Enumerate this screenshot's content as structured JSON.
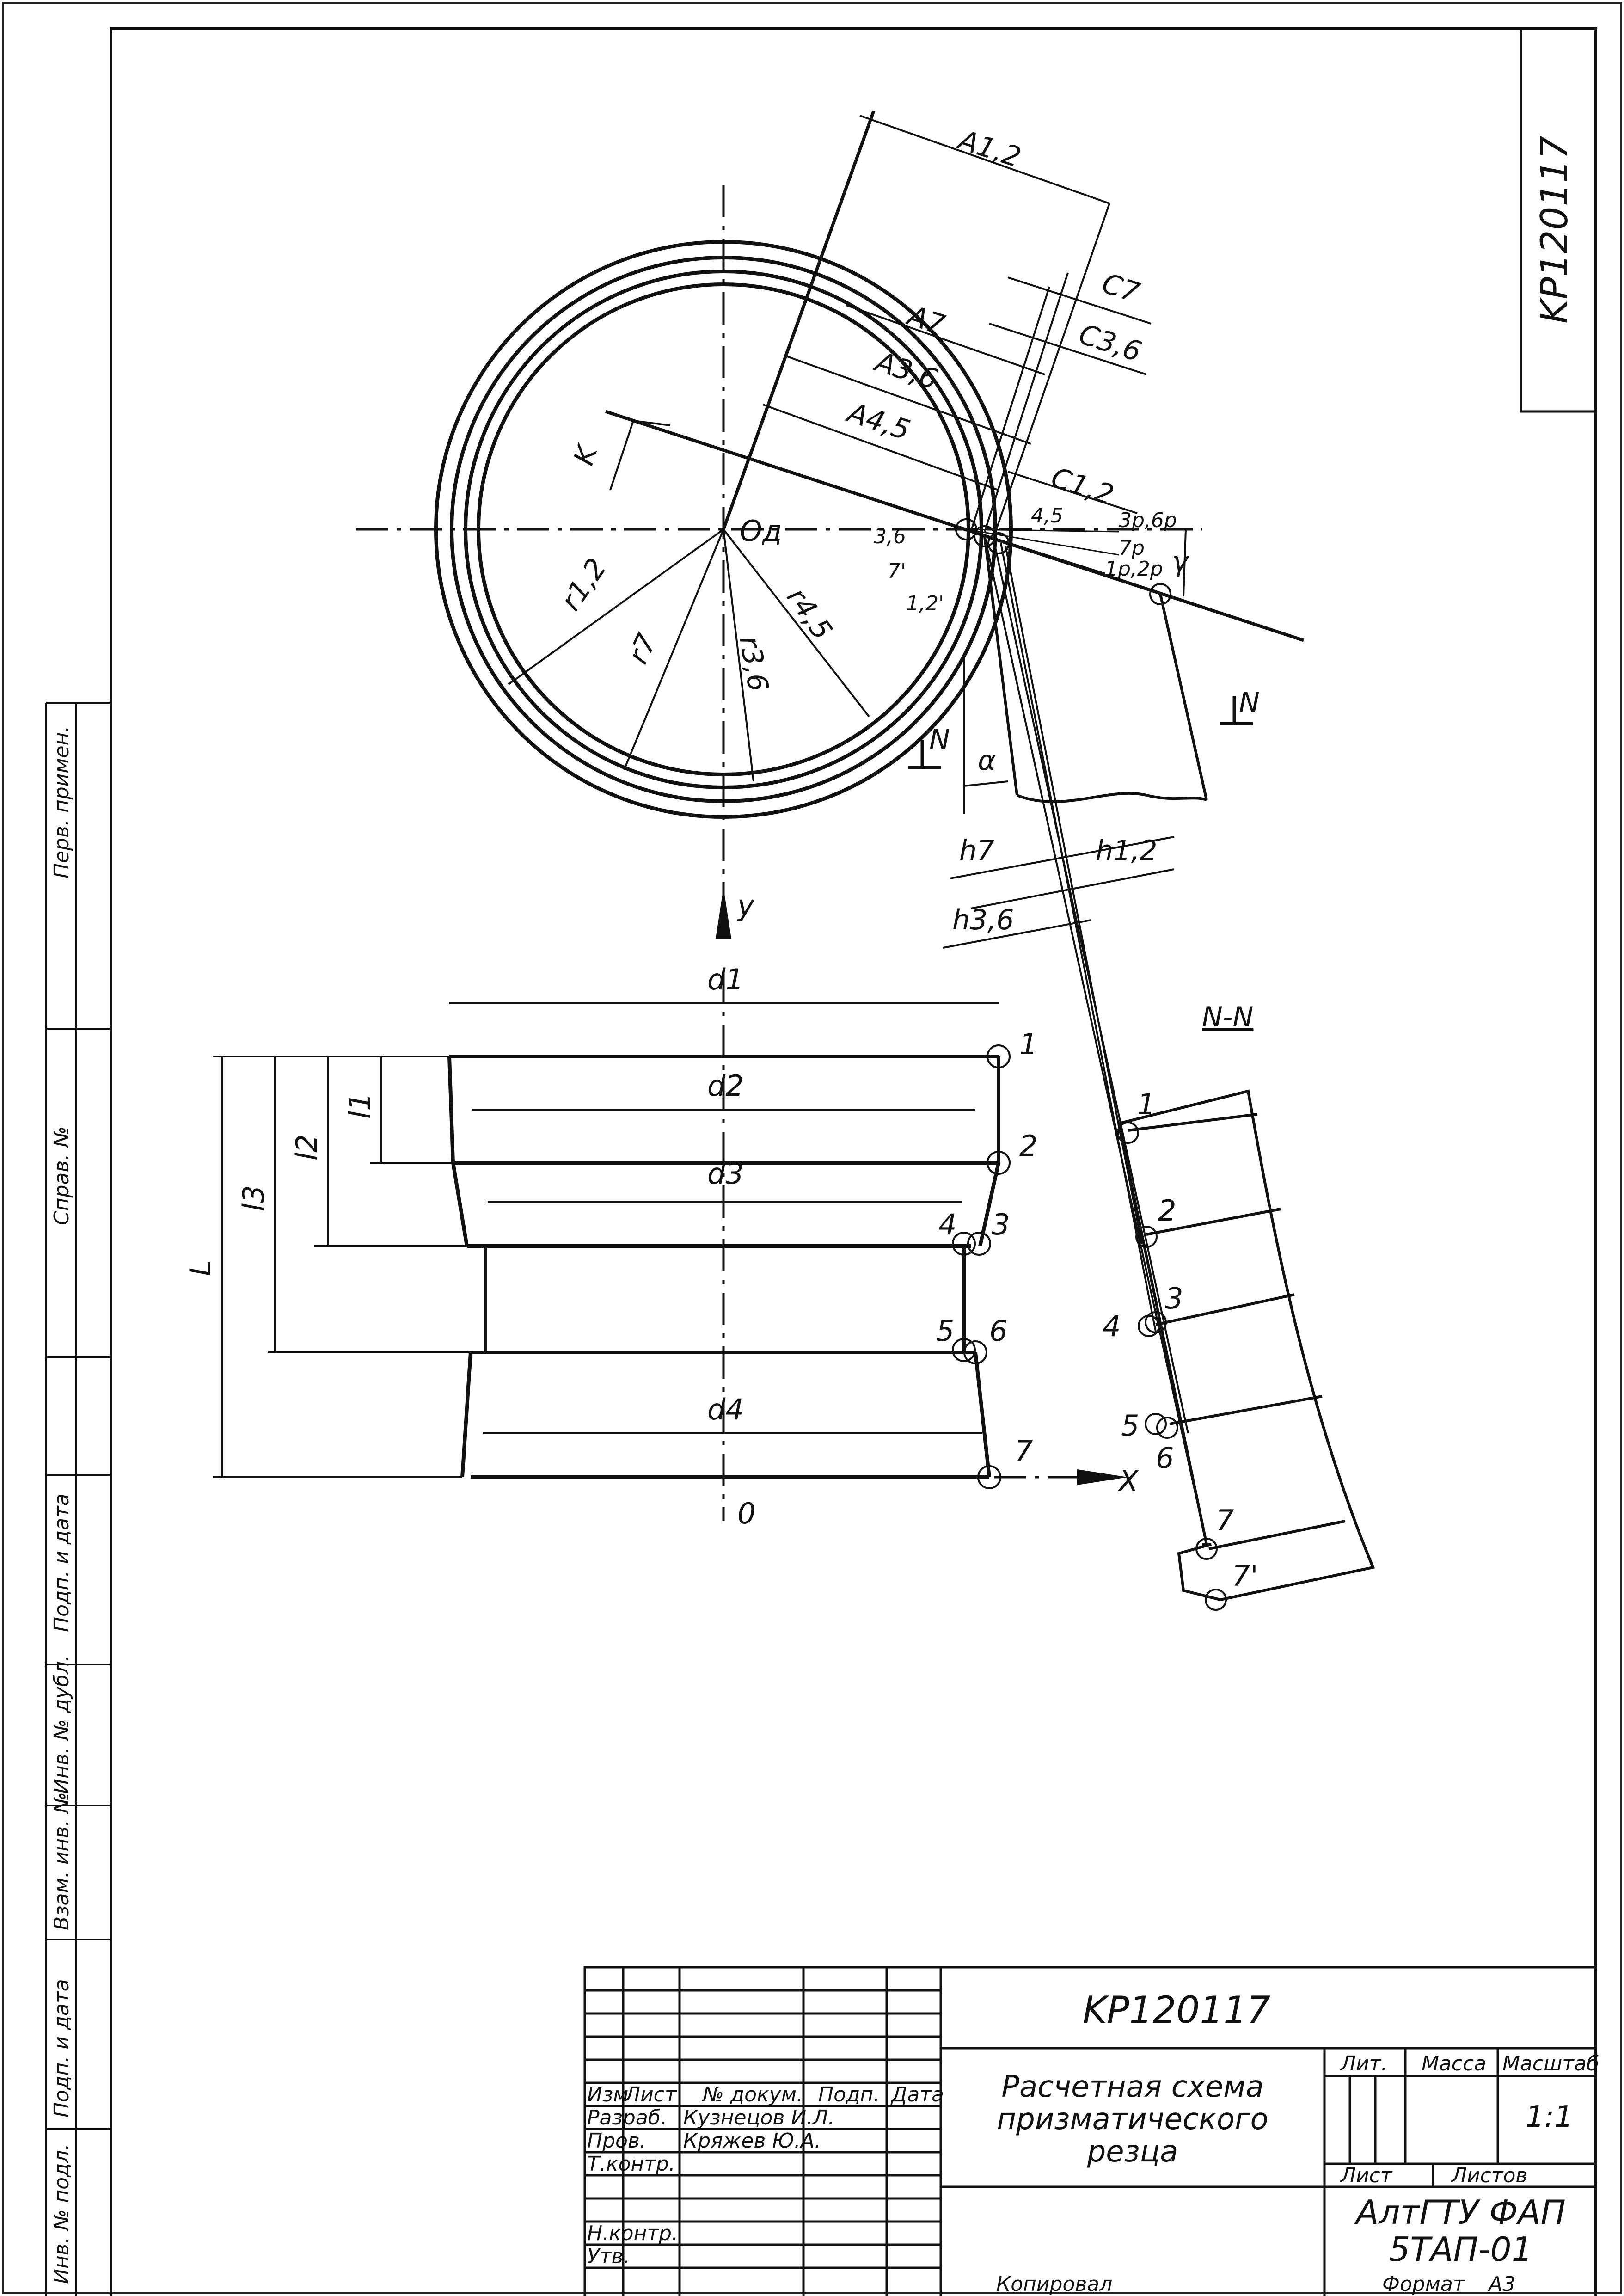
{
  "drawing": {
    "code": "KP120117",
    "axis": {
      "y": "y",
      "x": "X",
      "origin": "0",
      "center": "Oд"
    },
    "section_label": "N-N",
    "section_marker": "N",
    "alpha": "α",
    "gamma": "γ",
    "radial_dims": {
      "K": "K",
      "A12": "A1,2",
      "A7": "A7",
      "A36": "A3,6",
      "A45": "A4,5",
      "C7": "C7",
      "C36": "C3,6",
      "C12": "C1,2",
      "r12": "r1,2",
      "r7": "r7",
      "r36": "r3,6",
      "r45": "r4,5",
      "h7": "h7",
      "h12": "h1,2",
      "h36": "h3,6"
    },
    "center_point_labels": {
      "p36": "3,6",
      "p7": "7'",
      "p12": "1,2'",
      "p45": "4,5",
      "p3a6p": "3p,6p",
      "p7p": "7p",
      "p12p": "1p,2p"
    },
    "part_dims": {
      "d1": "d1",
      "d2": "d2",
      "d3": "d3",
      "d4": "d4",
      "l1": "l1",
      "l2": "l2",
      "l3": "l3",
      "L": "L"
    },
    "part_points": [
      "1",
      "2",
      "3",
      "4",
      "5",
      "6",
      "7"
    ],
    "section_points": [
      "1",
      "2",
      "3",
      "4",
      "5",
      "6",
      "7",
      "7'"
    ]
  },
  "side_stamp": [
    "Перв. примен.",
    "Справ. №",
    "Подп. и дата",
    "Инв. № дубл.",
    "Взам. инв. №",
    "Подп. и дата",
    "Инв. № подл."
  ],
  "title_block": {
    "headers": [
      "Изм",
      "Лист",
      "№ докум.",
      "Подп.",
      "Дата"
    ],
    "rows": [
      {
        "role": "Разраб.",
        "name": "Кузнецов И.Л."
      },
      {
        "role": "Пров.",
        "name": "Кряжев Ю.А."
      },
      {
        "role": "Т.контр.",
        "name": ""
      },
      {
        "role": "Н.контр.",
        "name": ""
      },
      {
        "role": "Утв.",
        "name": ""
      }
    ],
    "designation": "KP120117",
    "title": [
      "Расчетная схема",
      "призматического",
      "резца"
    ],
    "lit": "Лит.",
    "mass": "Масса",
    "scale_label": "Масштаб",
    "scale": "1:1",
    "sheet": "Лист",
    "sheets": "Листов",
    "org": [
      "АлтГТУ ФАП",
      "5ТАП-01"
    ]
  },
  "footer": {
    "copied": "Копировал",
    "format_label": "Формат",
    "format": "А3"
  }
}
